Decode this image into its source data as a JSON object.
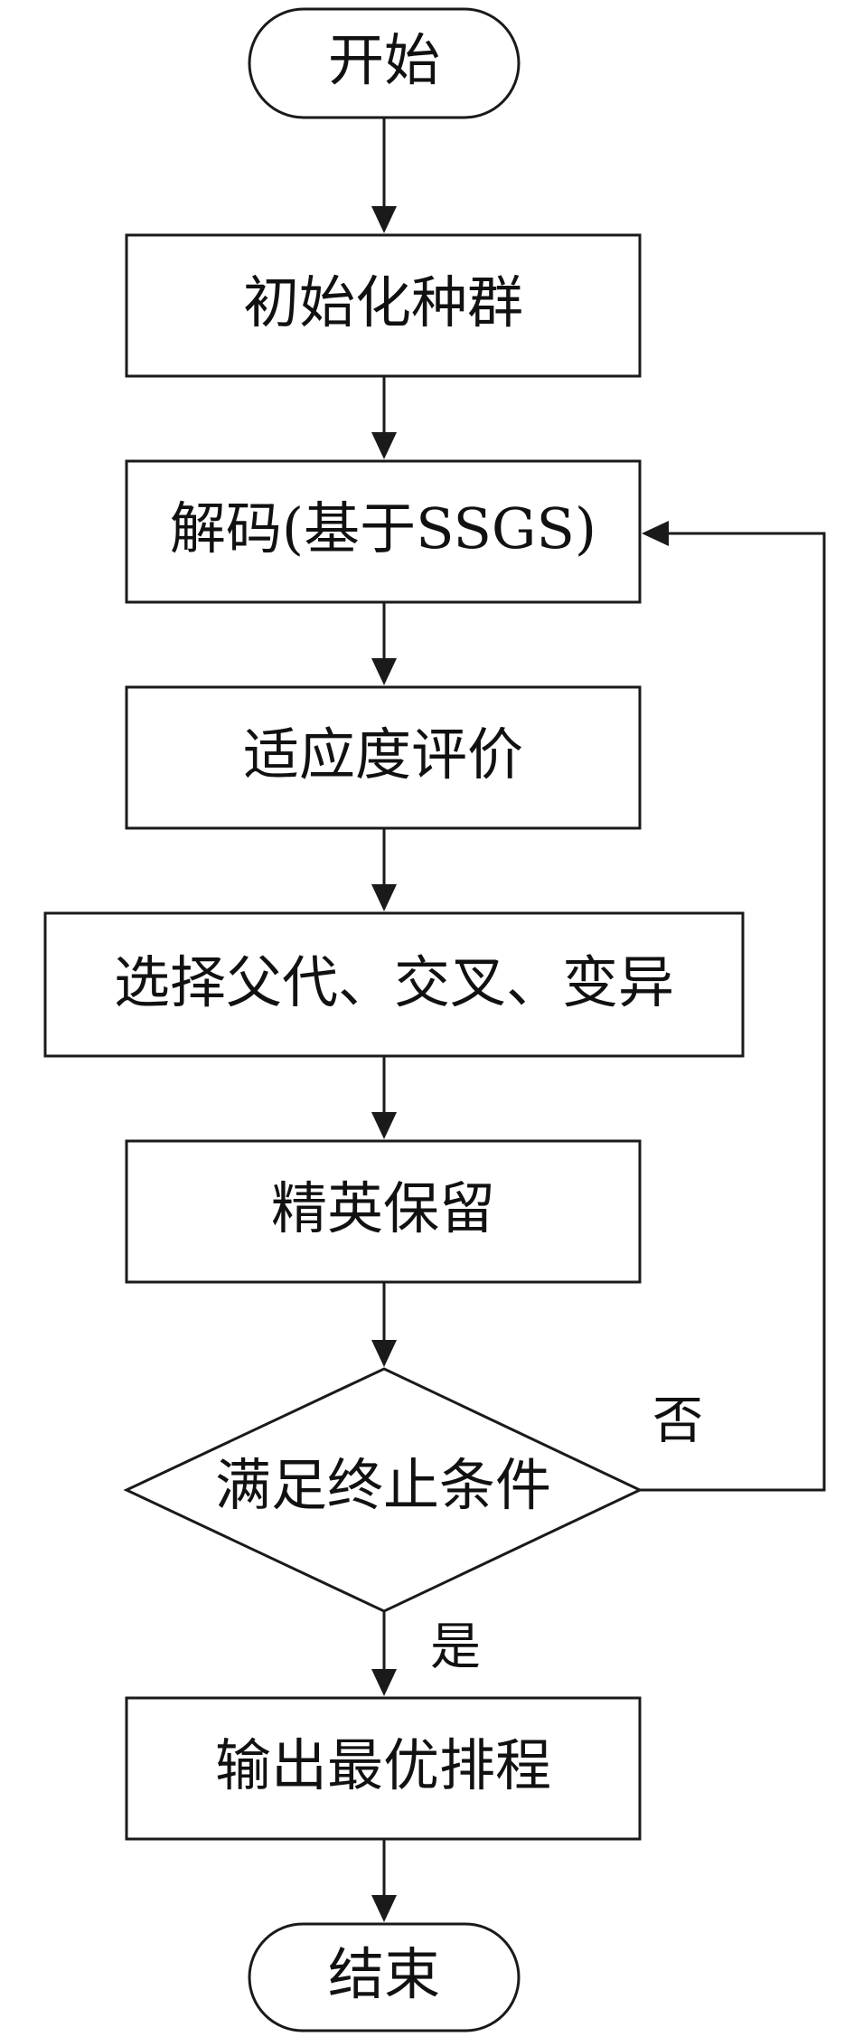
{
  "flowchart": {
    "start": "开始",
    "init_population": "初始化种群",
    "decode": "解码(基于SSGS)",
    "fitness": "适应度评价",
    "select_cross_mutate": "选择父代、交叉、变异",
    "elitism": "精英保留",
    "termination_check": "满足终止条件",
    "output": "输出最优排程",
    "end": "结束",
    "label_no": "否",
    "label_yes": "是"
  },
  "colors": {
    "stroke": "#1a1a1a",
    "text": "#111111",
    "background": "#ffffff"
  }
}
